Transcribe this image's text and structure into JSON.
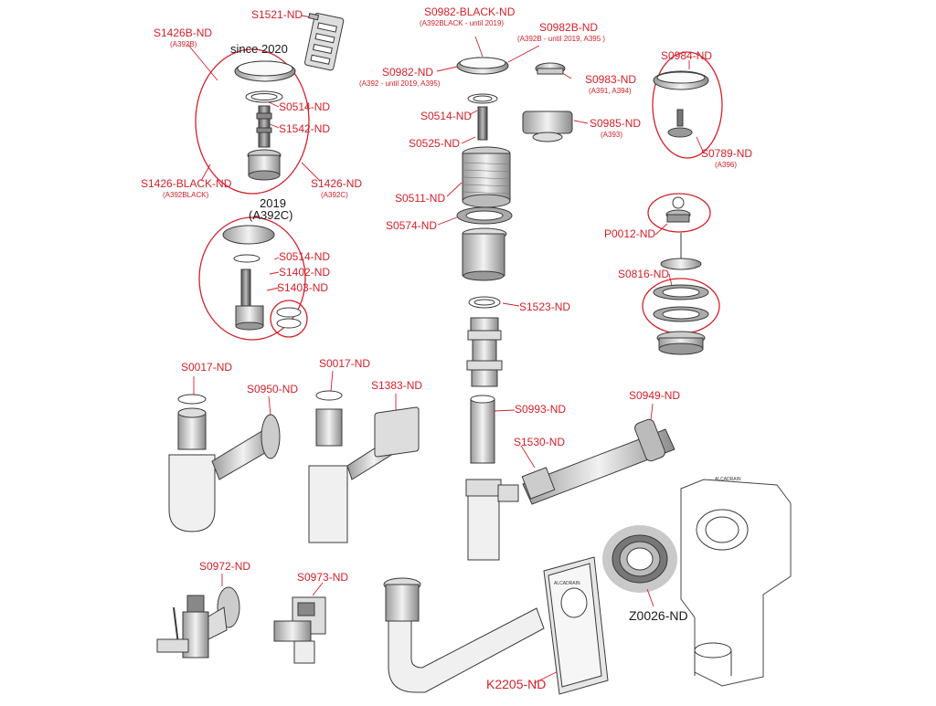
{
  "labels": {
    "s1521": "S1521-ND",
    "s1426b": "S1426B-ND",
    "s1426b_sub": "(A392B)",
    "since2020": "since 2020",
    "s0514_a": "S0514-ND",
    "s1542": "S1542-ND",
    "s1426black": "S1426-BLACK-ND",
    "s1426black_sub": "(A392BLACK)",
    "s1426": "S1426-ND",
    "s1426_sub": "(A392C)",
    "y2019": "2019",
    "y2019_sub": "(A392C)",
    "s0514_b": "S0514-ND",
    "s1402": "S1402-ND",
    "s1403": "S1403-ND",
    "s0982black": "S0982-BLACK-ND",
    "s0982black_sub": "(A392BLACK - until 2019)",
    "s0982b": "S0982B-ND",
    "s0982b_sub": "(A392B - until 2019, A395 )",
    "s0982": "S0982-ND",
    "s0982_sub": "(A392 - until 2019, A395)",
    "s0983": "S0983-ND",
    "s0983_sub": "(A391, A394)",
    "s0514_c": "S0514-ND",
    "s0985": "S0985-ND",
    "s0985_sub": "(A393)",
    "s0525": "S0525-ND",
    "s0984": "S0984-ND",
    "s0789": "S0789-ND",
    "s0789_sub": "(A396)",
    "s0511": "S0511-ND",
    "s0574": "S0574-ND",
    "p0012": "P0012-ND",
    "s0816": "S0816-ND",
    "s1523": "S1523-ND",
    "s0017_a": "S0017-ND",
    "s0017_b": "S0017-ND",
    "s0950": "S0950-ND",
    "s1383": "S1383-ND",
    "s0993": "S0993-ND",
    "s0949": "S0949-ND",
    "s1530": "S1530-ND",
    "s0972": "S0972-ND",
    "s0973": "S0973-ND",
    "z0026": "Z0026-ND",
    "k2205": "K2205-ND"
  },
  "brand_text": "ALCADRAIN",
  "colors": {
    "accent": "#d4202a",
    "line": "#3a3a3a",
    "highlight": "#c8c8c8"
  }
}
